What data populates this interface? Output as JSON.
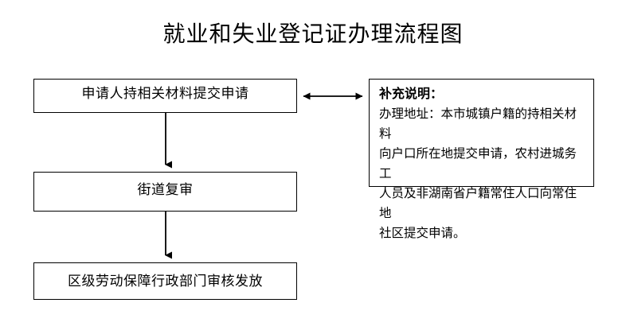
{
  "page": {
    "title": "就业和失业登记证办理流程图",
    "background_color": "#ffffff",
    "line_color": "#000000"
  },
  "flowchart": {
    "type": "flowchart",
    "orientation": "vertical",
    "steps": [
      {
        "id": "apply",
        "label": "申请人持相关材料提交申请"
      },
      {
        "id": "review",
        "label": "街道复审"
      },
      {
        "id": "issue",
        "label": "区级劳动保障行政部门审核发放"
      }
    ],
    "connectors": [
      {
        "id": "apply-to-review",
        "from": "apply",
        "to": "review",
        "style": "arrow-down"
      },
      {
        "id": "review-to-issue",
        "from": "review",
        "to": "issue",
        "style": "arrow-down"
      },
      {
        "id": "apply-to-note",
        "from": "apply",
        "to": "note",
        "style": "double-arrow-horizontal"
      }
    ]
  },
  "note": {
    "title": "补充说明：",
    "lines": [
      "办理地址：本市城镇户籍的持相关材料",
      "向户口所在地提交申请，农村进城务工",
      "人员及非湖南省户籍常住人口向常住地",
      "社区提交申请。"
    ]
  }
}
